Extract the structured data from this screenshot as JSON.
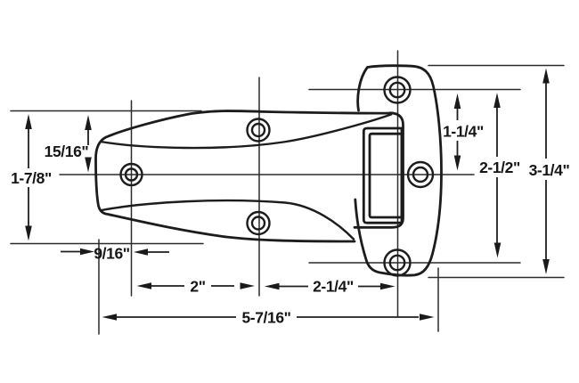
{
  "drawing": {
    "description": "Dimensional line drawing of an offset strap hinge, top view: tapered strap leaf with three screw holes joined to a slotted receptacle head on a mounting plate with three screw holes",
    "unit": "inches",
    "colors": {
      "line": "#1c1c1c",
      "background": "#ffffff"
    },
    "labels": {
      "taper_height": "15/16\"",
      "strap_end_height": "1-7/8\"",
      "tip_to_first_hole": "9/16\"",
      "first_to_middle_holes": "2\"",
      "middle_holes_to_plate_holes": "2-1/4\"",
      "overall_length": "5-7/16\"",
      "plate_top_hole_to_middle": "1-1/4\"",
      "plate_hole_spacing": "2-1/2\"",
      "plate_height": "3-1/4\""
    }
  }
}
